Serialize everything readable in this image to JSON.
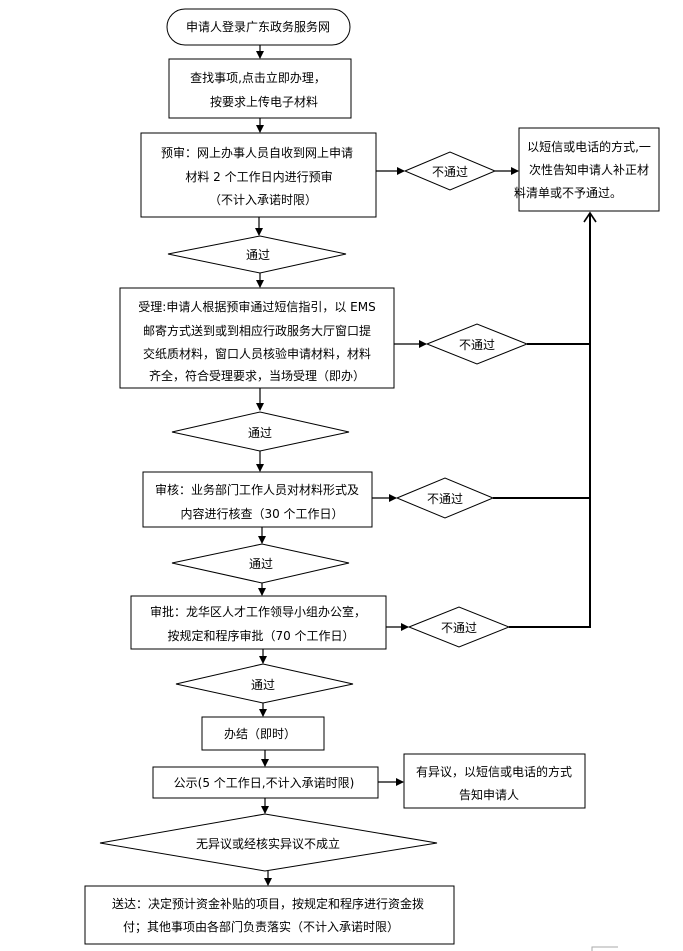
{
  "flowchart": {
    "start": {
      "label": "申请人登录广东政务服务网"
    },
    "step_search": {
      "lines": [
        "查找事项,点击立即办理，",
        "按要求上传电子材料"
      ]
    },
    "step_pre_review": {
      "lines": [
        "预审：网上办事人员自收到网上申请",
        "材料 2 个工作日内进行预审",
        "（不计入承诺时限）"
      ]
    },
    "decision_pass_1": {
      "label": "通过"
    },
    "step_accept": {
      "lines": [
        "受理:申请人根据预审通过短信指引，以 EMS",
        "邮寄方式送到或到相应行政服务大厅窗口提",
        "交纸质材料，窗口人员核验申请材料，材料",
        "齐全，符合受理要求，当场受理（即办）"
      ]
    },
    "decision_pass_2": {
      "label": "通过"
    },
    "step_review": {
      "lines": [
        "审核：业务部门工作人员对材料形式及",
        "内容进行核查（30 个工作日）"
      ]
    },
    "decision_pass_3": {
      "label": "通过"
    },
    "step_approve": {
      "lines": [
        "审批：龙华区人才工作领导小组办公室，",
        "按规定和程序审批（70 个工作日）"
      ]
    },
    "decision_pass_4": {
      "label": "通过"
    },
    "step_complete": {
      "label": "办结（即时）"
    },
    "step_publicity": {
      "label": "公示(5 个工作日,不计入承诺时限)"
    },
    "decision_no_objection": {
      "label": "无异议或经核实异议不成立"
    },
    "step_delivery": {
      "lines": [
        "送达：决定预计资金补贴的项目，按规定和程序进行资金拨",
        "付；其他事项由各部门负责落实（不计入承诺时限）"
      ]
    },
    "reject_decisions": [
      {
        "label": "不通过"
      },
      {
        "label": "不通过"
      },
      {
        "label": "不通过"
      },
      {
        "label": "不通过"
      }
    ],
    "reject_notice": {
      "lines": [
        "以短信或电话的方式,一",
        "次性告知申请人补正材",
        "料清单或不予通过。"
      ]
    },
    "objection_notice": {
      "lines": [
        "有异议，以短信或电话的方式",
        "告知申请人"
      ]
    }
  }
}
